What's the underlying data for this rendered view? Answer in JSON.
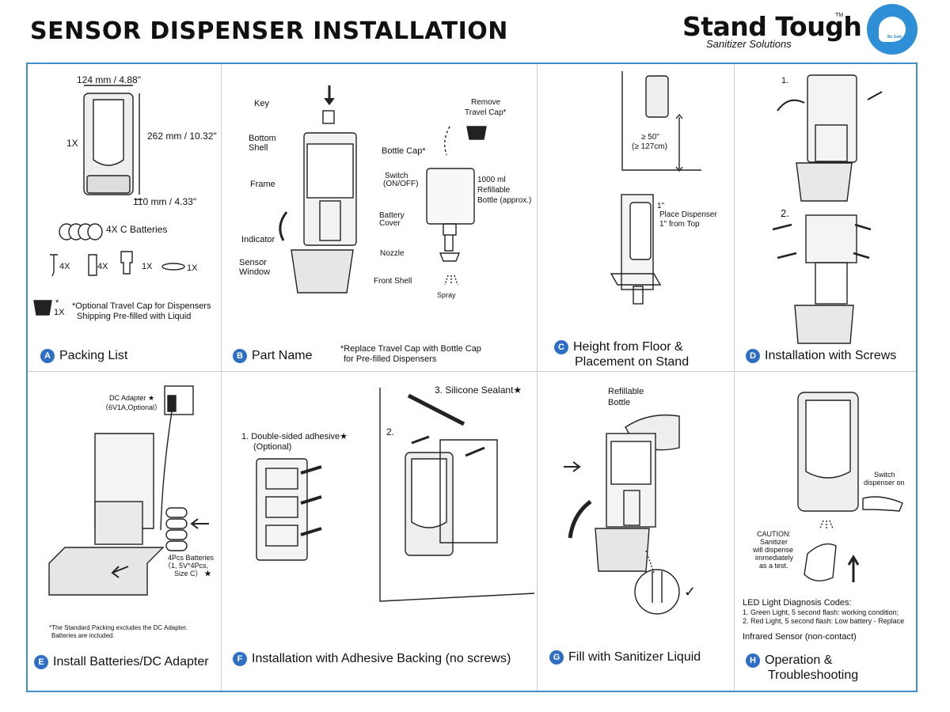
{
  "title": "SENSOR DISPENSER INSTALLATION",
  "brand": {
    "name": "Stand Tough",
    "tm": "TM",
    "tagline": "Sanitizer Solutions",
    "logo_text": "Be Safe"
  },
  "colors": {
    "accent": "#2e6fc4",
    "frame": "#3f8fce",
    "logo": "#2f8fd6"
  },
  "sections": {
    "a": {
      "letter": "A",
      "title": "Packing List",
      "width": "124 mm / 4.88\"",
      "height": "262 mm / 10.32\"",
      "depth": "110 mm / 4.33\"",
      "qty_unit": "1X",
      "batteries": "4X C Batteries",
      "screws_qty": "4X",
      "anchors_qty": "4X",
      "key_qty": "1X",
      "adhesive_qty": "1X",
      "cap_mark": "*",
      "cap_qty": "1X",
      "note_line1": "*Optional Travel Cap for Dispensers",
      "note_line2": "Shipping Pre-filled with Liquid"
    },
    "b": {
      "letter": "B",
      "title": "Part Name",
      "key": "Key",
      "bottom_shell_1": "Bottom",
      "bottom_shell_2": "Shell",
      "frame": "Frame",
      "indicator": "Indicator",
      "sensor_1": "Sensor",
      "sensor_2": "Window",
      "switch_1": "Switch",
      "switch_2": "(ON/OFF)",
      "battery_1": "Battery",
      "battery_2": "Cover",
      "nozzle": "Nozzle",
      "front_shell": "Front Shell",
      "remove_1": "Remove",
      "remove_2": "Travel Cap*",
      "bottle_cap": "Bottle Cap*",
      "bottle_1": "1000 ml",
      "bottle_2": "Refillable",
      "bottle_3": "Bottle (approx.)",
      "spray": "Spray",
      "note_line1": "*Replace Travel Cap with Bottle Cap",
      "note_line2": "for Pre-filled Dispensers"
    },
    "c": {
      "letter": "C",
      "title_1": "Height from Floor &",
      "title_2": "Placement on Stand",
      "height_1": "≥ 50\"",
      "height_2": "(≥ 127cm)",
      "gap": "1\"",
      "place_1": "Place Dispenser",
      "place_2": "1\" from Top"
    },
    "d": {
      "letter": "D",
      "title": "Installation with Screws",
      "step1": "1.",
      "step2": "2."
    },
    "e": {
      "letter": "E",
      "title": "Install Batteries/DC Adapter",
      "adapter_1": "DC Adapter ★",
      "adapter_2": "（6V1A,Optional）",
      "batt_1": "4Pcs Batteries",
      "batt_2": "（1, 5V*4Pcs,",
      "batt_3": "Size C） ★",
      "note_line1": "The Standard Packing excludes the DC Adapter.",
      "note_line2": "Batteries are included."
    },
    "f": {
      "letter": "F",
      "title": "Installation with Adhesive Backing (no screws)",
      "step1_1": "1. Double-sided adhesive★",
      "step1_2": "(Optional)",
      "step2": "2.",
      "step3": "3. Silicone Sealant★"
    },
    "g": {
      "letter": "G",
      "title": "Fill with Sanitizer Liquid",
      "refill_1": "Refillable",
      "refill_2": "Bottle",
      "check": "✓"
    },
    "h": {
      "letter": "H",
      "title_1": "Operation &",
      "title_2": "Troubleshooting",
      "switch_1": "Switch",
      "switch_2": "dispenser on",
      "caution_1": "CAUTION:",
      "caution_2": "Sanitizer",
      "caution_3": "will dispense",
      "caution_4": "immediately",
      "caution_5": "as a test.",
      "led_title": "LED Light Diagnosis Codes:",
      "led_1": "1. Green Light, 5 second flash: working condition;",
      "led_2": "2. Red Light, 5 second flash: Low battery - Replace",
      "infrared": "Infrared Sensor (non-contact)"
    }
  }
}
